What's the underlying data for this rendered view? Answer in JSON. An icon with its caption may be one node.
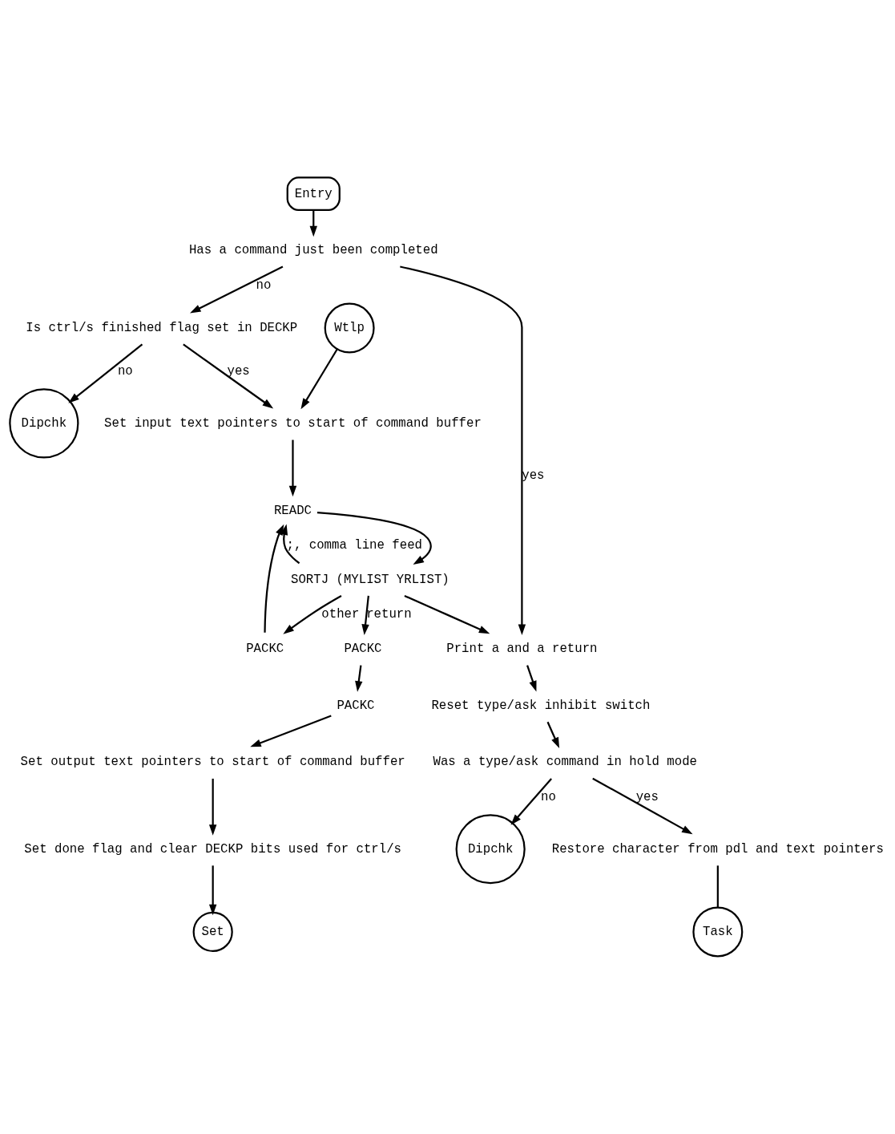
{
  "diagram": {
    "nodes": [
      {
        "text": [
          "Entry"
        ]
      },
      {
        "text": [
          "Has a command just been completed"
        ]
      },
      {
        "text": [
          "Is ctrl/s finished flag set in DECKP"
        ]
      },
      {
        "text": [
          "Wtlp"
        ]
      },
      {
        "text": [
          "Dipchk"
        ]
      },
      {
        "text": [
          "Set input text pointers to start of command buffer"
        ]
      },
      {
        "text": [
          "READC"
        ]
      },
      {
        "text": [
          "SORTJ (MYLIST YRLIST)"
        ]
      },
      {
        "text": [
          "PACKC"
        ]
      },
      {
        "text": [
          "PACKC"
        ]
      },
      {
        "text": [
          "PACKC"
        ]
      },
      {
        "text": [
          "Set output text pointers to start of command buffer"
        ]
      },
      {
        "text": [
          "Set done flag and clear DECKP bits used for ctrl/s"
        ]
      },
      {
        "text": [
          "Set"
        ]
      },
      {
        "text": [
          "Print a and a return"
        ]
      },
      {
        "text": [
          "Reset type/ask inhibit switch"
        ]
      },
      {
        "text": [
          "Was a type/ask command in hold mode"
        ]
      },
      {
        "text": [
          "Restore character from pdl and text pointers"
        ]
      },
      {
        "text": [
          "Task"
        ]
      },
      {
        "text": [
          "Dipchk"
        ]
      }
    ],
    "edges": [
      {
        "from": 0,
        "to": 1,
        "arrow": "to"
      },
      {
        "from": 1,
        "to": 14,
        "arrow": "to",
        "label": "yes"
      },
      {
        "from": 1,
        "to": 2,
        "arrow": "to",
        "label": "no"
      },
      {
        "from": 2,
        "to": 4,
        "arrow": "to",
        "label": "no"
      },
      {
        "from": 2,
        "to": 5,
        "arrow": "to",
        "label": "yes"
      },
      {
        "from": 3,
        "to": 5,
        "arrow": "to"
      },
      {
        "from": 5,
        "to": 6,
        "arrow": "to"
      },
      {
        "from": 6,
        "to": 7,
        "arrow": "to"
      },
      {
        "from": 7,
        "to": 14,
        "arrow": "to"
      },
      {
        "from": 7,
        "to": 8,
        "arrow": "to",
        "label": "return"
      },
      {
        "from": 8,
        "to": 9,
        "arrow": "to"
      },
      {
        "from": 7,
        "to": 10,
        "arrow": "to",
        "label": "other"
      },
      {
        "from": 10,
        "to": 6,
        "arrow": "to"
      },
      {
        "from": 7,
        "to": 6,
        "arrow": "to",
        "label": ";, comma line feed"
      },
      {
        "from": 9,
        "to": 11,
        "arrow": "to"
      },
      {
        "from": 11,
        "to": 12,
        "arrow": "to"
      },
      {
        "from": 12,
        "to": 13,
        "arrow": "to"
      },
      {
        "from": 14,
        "to": 15,
        "arrow": "to"
      },
      {
        "from": 15,
        "to": 16,
        "arrow": "to"
      },
      {
        "from": 16,
        "to": 17,
        "arrow": "to",
        "label": "yes"
      },
      {
        "from": 16,
        "to": 19,
        "arrow": "to",
        "label": "no"
      },
      {
        "from": 17,
        "to": 18,
        "arrow": "none"
      }
    ]
  }
}
